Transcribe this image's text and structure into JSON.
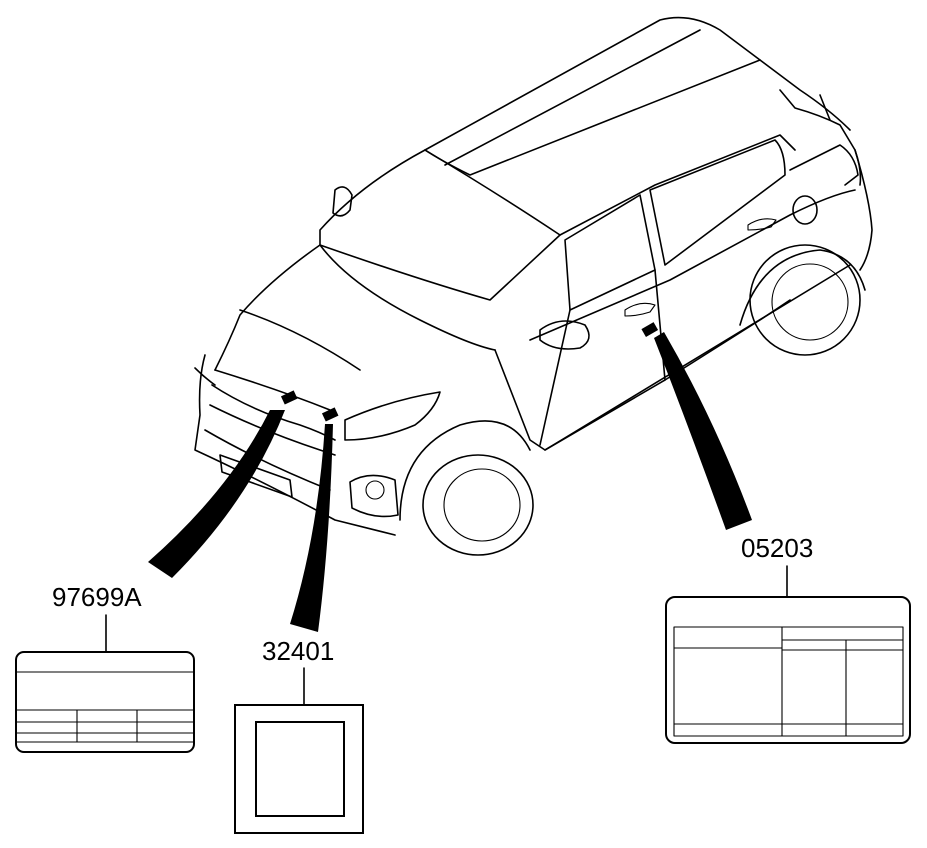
{
  "labels": [
    {
      "id": "label-97699A",
      "part_number": "97699A"
    },
    {
      "id": "label-32401",
      "part_number": "32401"
    },
    {
      "id": "label-05203",
      "part_number": "05203"
    }
  ]
}
